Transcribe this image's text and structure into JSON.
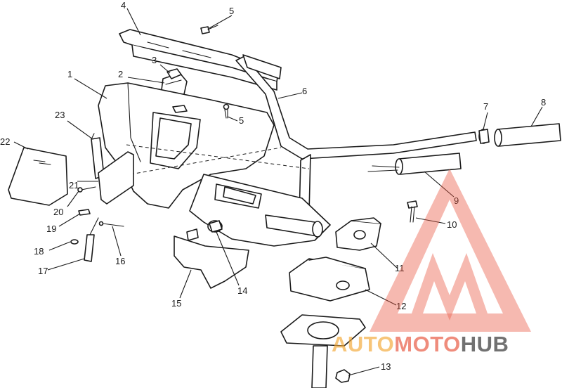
{
  "callouts": [
    {
      "id": "1",
      "label": "1"
    },
    {
      "id": "2",
      "label": "2"
    },
    {
      "id": "3",
      "label": "3"
    },
    {
      "id": "4",
      "label": "4"
    },
    {
      "id": "5a",
      "label": "5"
    },
    {
      "id": "5b",
      "label": "5"
    },
    {
      "id": "6",
      "label": "6"
    },
    {
      "id": "7",
      "label": "7"
    },
    {
      "id": "8",
      "label": "8"
    },
    {
      "id": "9",
      "label": "9"
    },
    {
      "id": "10",
      "label": "10"
    },
    {
      "id": "11",
      "label": "11"
    },
    {
      "id": "12",
      "label": "12"
    },
    {
      "id": "13",
      "label": "13"
    },
    {
      "id": "14",
      "label": "14"
    },
    {
      "id": "15",
      "label": "15"
    },
    {
      "id": "16",
      "label": "16"
    },
    {
      "id": "17",
      "label": "17"
    },
    {
      "id": "18",
      "label": "18"
    },
    {
      "id": "19",
      "label": "19"
    },
    {
      "id": "20",
      "label": "20"
    },
    {
      "id": "21",
      "label": "21"
    },
    {
      "id": "22",
      "label": "22"
    },
    {
      "id": "23",
      "label": "23"
    }
  ],
  "watermark": {
    "part1": "AUTO",
    "part2": "MOTO",
    "part3": "HUB",
    "color_primary": "#e8553e",
    "color_secondary": "#f4a93a",
    "color_dark": "#3a3a3a"
  }
}
